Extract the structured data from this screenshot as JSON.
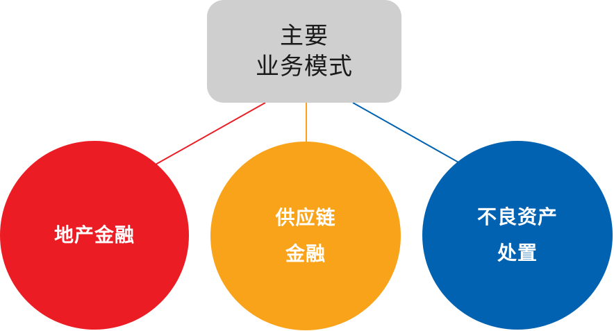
{
  "root": {
    "line1": "主要",
    "line2": "业务模式",
    "color": "#cfcfcf"
  },
  "nodes": {
    "real_estate": {
      "line1": "地产金融",
      "color": "#ec1c24"
    },
    "supply_chain": {
      "line1": "供应链",
      "line2": "金融",
      "color": "#f9a31b"
    },
    "distressed_assets": {
      "line1": "不良资产",
      "line2": "处置",
      "color": "#0062b1"
    }
  }
}
